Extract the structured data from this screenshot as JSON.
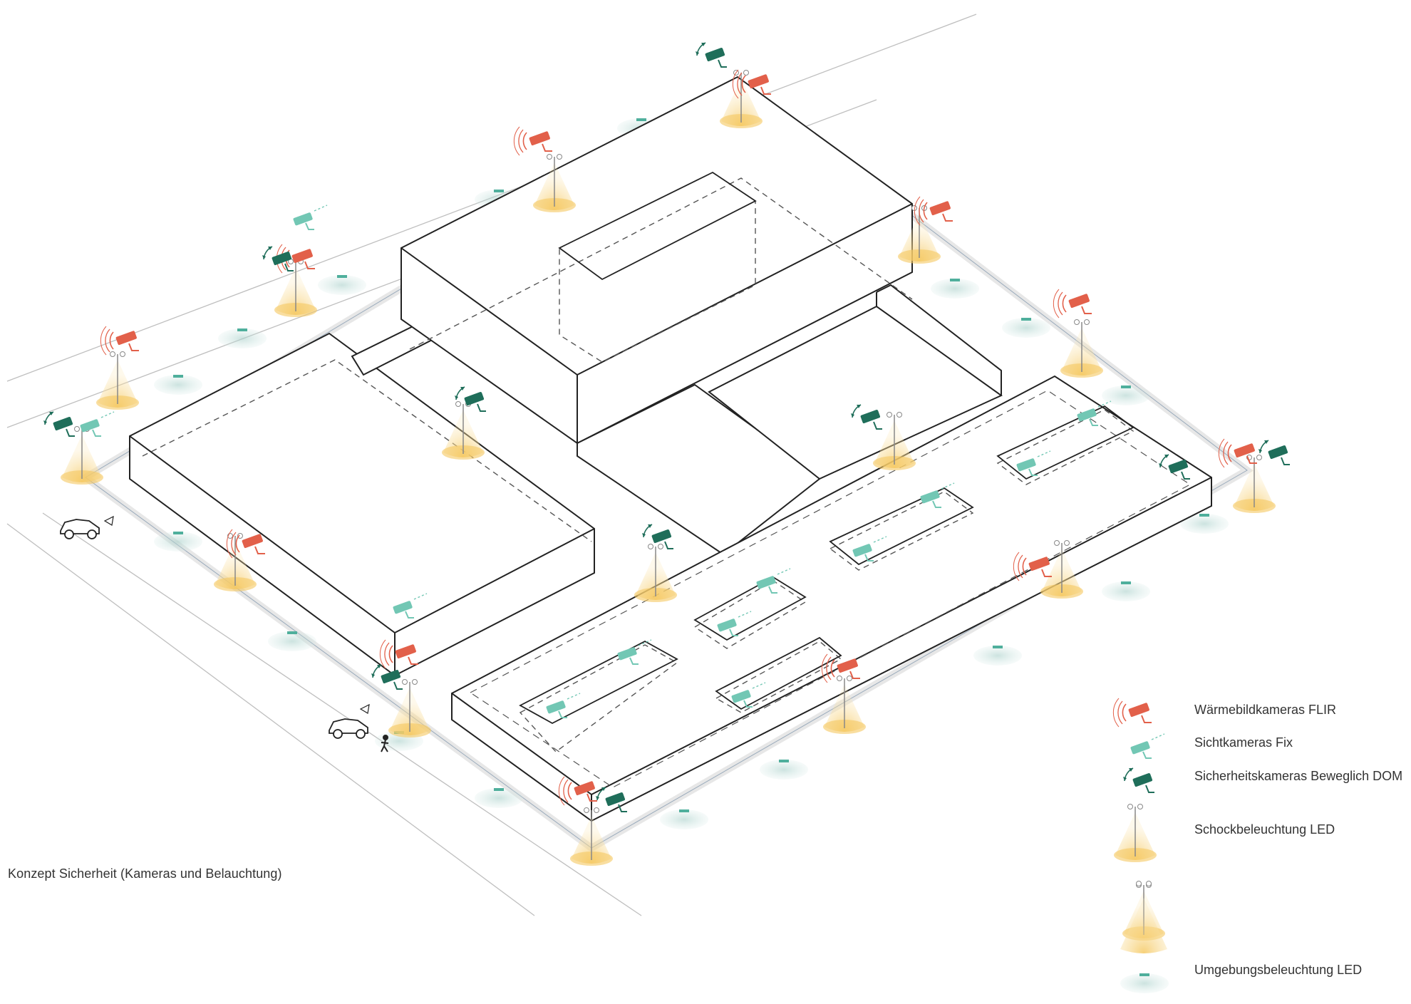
{
  "caption": "Konzept Sicherheit (Kameras und Belauchtung)",
  "legend": {
    "thermal_camera": "Wärmebildkameras FLIR",
    "fixed_camera": "Sichtkameras Fix",
    "dome_camera": "Sicherheitskameras Beweglich DOM",
    "shock_lighting": "Schockbeleuchtung LED",
    "ambient_lighting": "Umgebungsbeleuchtung LED"
  },
  "colors": {
    "thermal": "#e2604a",
    "fixed": "#72c7b4",
    "dome": "#1f6e5a",
    "light_cone": "#f7d98c",
    "ambient": "#b9d7d2",
    "line": "#222222"
  },
  "icons": [
    "thermal-camera-icon",
    "fixed-camera-icon",
    "dome-camera-icon",
    "lamp-post-icon",
    "floodlight-icon",
    "ambient-light-icon",
    "car-icon",
    "pedestrian-icon"
  ]
}
